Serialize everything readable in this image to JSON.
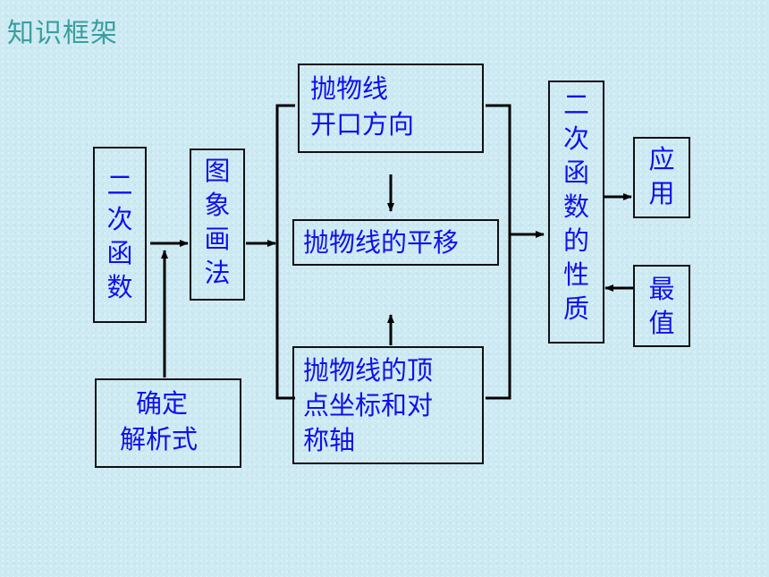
{
  "title": "知识框架",
  "boxes": {
    "quadratic": "二次函数",
    "graph_method": "图象画法",
    "confirm_formula_line1": "确定",
    "confirm_formula_line2": "解析式",
    "parabola_direction_line1": "抛物线",
    "parabola_direction_line2": "开口方向",
    "parabola_translation": "抛物线的平移",
    "parabola_vertex_line1": "抛物线的顶",
    "parabola_vertex_line2": "点坐标和对",
    "parabola_vertex_line3": "称轴",
    "properties": "二次函数的性质",
    "application": "应用",
    "extreme_value": "最值"
  }
}
